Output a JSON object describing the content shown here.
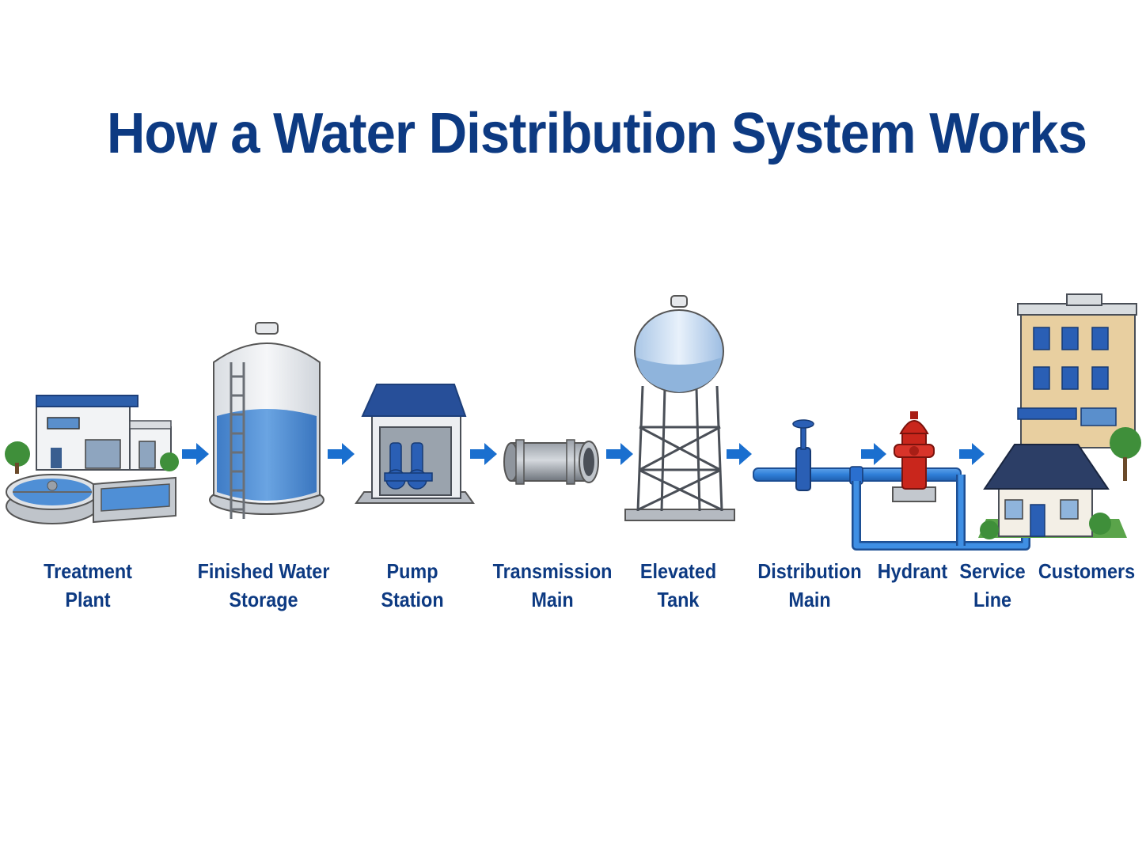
{
  "title": "How a Water Distribution System Works",
  "colors": {
    "title": "#0d3a82",
    "arrow": "#1a6fcf",
    "water": "#4f8fd6",
    "pipe": "#2f7fd8",
    "hydrant": "#c9261c",
    "roof": "#274f99"
  },
  "stages": [
    {
      "line1": "Treatment",
      "line2": "Plant",
      "icon": "treatment-plant-icon"
    },
    {
      "line1": "Finished Water",
      "line2": "Storage",
      "icon": "storage-tank-icon"
    },
    {
      "line1": "Pump",
      "line2": "Station",
      "icon": "pump-station-icon"
    },
    {
      "line1": "Transmission",
      "line2": "Main",
      "icon": "pipe-icon"
    },
    {
      "line1": "Elevated",
      "line2": "Tank",
      "icon": "water-tower-icon"
    },
    {
      "line1": "Distribution",
      "line2": "Main",
      "icon": "distribution-pipe-icon"
    },
    {
      "line1": "Hydrant",
      "line2": "",
      "icon": "fire-hydrant-icon"
    },
    {
      "line1": "Service",
      "line2": "Line",
      "icon": "service-line-icon"
    },
    {
      "line1": "Customers",
      "line2": "",
      "icon": "buildings-icon"
    }
  ]
}
